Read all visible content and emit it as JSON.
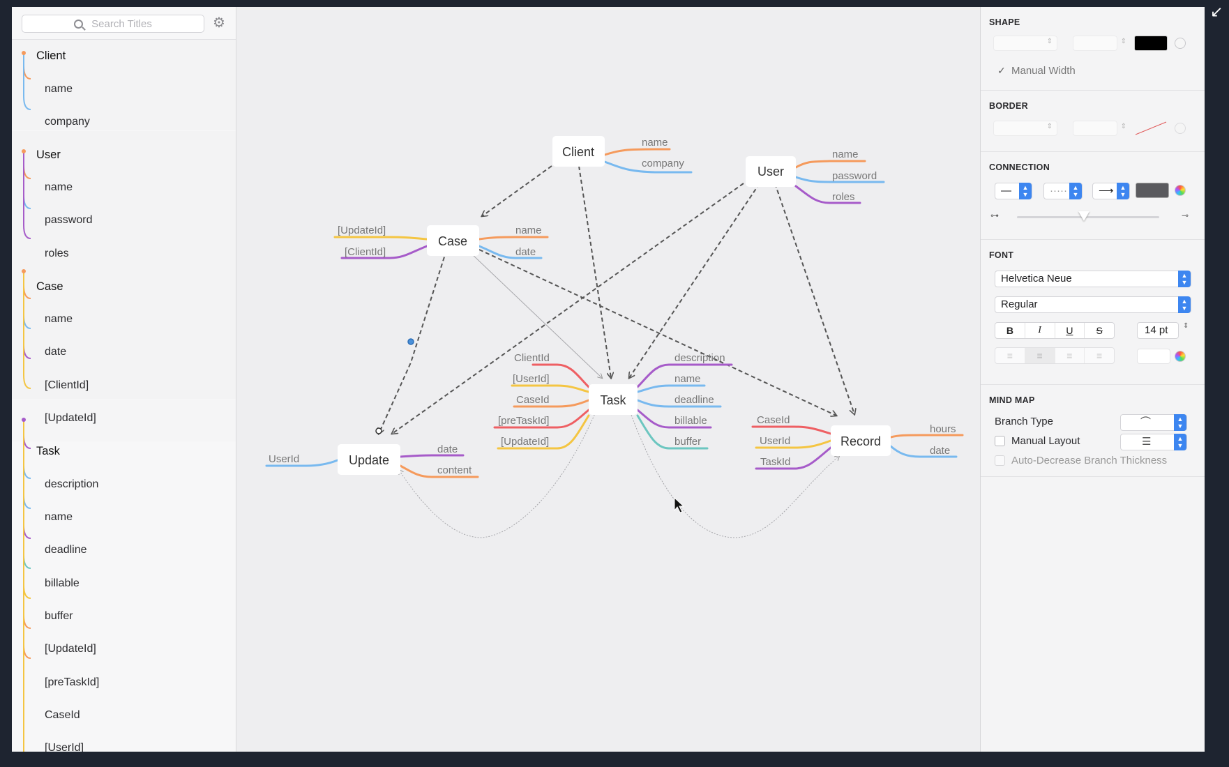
{
  "search": {
    "placeholder": "Search Titles"
  },
  "outline": [
    {
      "title": "Client",
      "items": [
        "name",
        "company"
      ]
    },
    {
      "title": "User",
      "items": [
        "name",
        "password",
        "roles"
      ]
    },
    {
      "title": "Case",
      "items": [
        "name",
        "date",
        "[ClientId]",
        "[UpdateId]"
      ]
    },
    {
      "title": "Task",
      "items": [
        "description",
        "name",
        "deadline",
        "billable",
        "buffer",
        "[UpdateId]",
        "[preTaskId]",
        "CaseId",
        "[UserId]"
      ]
    }
  ],
  "diagram": {
    "nodes": {
      "client": "Client",
      "user": "User",
      "case": "Case",
      "task": "Task",
      "update": "Update",
      "record": "Record"
    },
    "client_attrs": [
      "name",
      "company"
    ],
    "user_attrs": [
      "name",
      "password",
      "roles"
    ],
    "case_right": [
      "name",
      "date"
    ],
    "case_left": [
      "[UpdateId]",
      "[ClientId]"
    ],
    "task_left": [
      "ClientId",
      "[UserId]",
      "CaseId",
      "[preTaskId]",
      "[UpdateId]"
    ],
    "task_right": [
      "description",
      "name",
      "deadline",
      "billable",
      "buffer"
    ],
    "update_left": [
      "UserId"
    ],
    "update_right": [
      "date",
      "content"
    ],
    "record_left": [
      "CaseId",
      "UserId",
      "TaskId"
    ],
    "record_right": [
      "hours",
      "date"
    ]
  },
  "inspector": {
    "shape": {
      "title": "SHAPE",
      "manual_width": "Manual Width",
      "fill_color": "#000000"
    },
    "border": {
      "title": "BORDER"
    },
    "connection": {
      "title": "CONNECTION",
      "line_style": "—",
      "dash_style": "·····",
      "arrow_style": "⟶",
      "color": "#5a5a5e"
    },
    "font": {
      "title": "FONT",
      "family": "Helvetica Neue",
      "style": "Regular",
      "bold": "B",
      "italic": "I",
      "underline": "U",
      "strike": "S",
      "size": "14 pt"
    },
    "mindmap": {
      "title": "MIND MAP",
      "branch_type_label": "Branch Type",
      "manual_layout_label": "Manual Layout",
      "auto_decrease_label": "Auto-Decrease Branch Thickness"
    }
  },
  "colors": {
    "orange": "#f59a5c",
    "blue": "#78b9ef",
    "purple": "#a65bc9",
    "yellow": "#f4c542",
    "red": "#ee5f63",
    "teal": "#6cc6c0"
  }
}
